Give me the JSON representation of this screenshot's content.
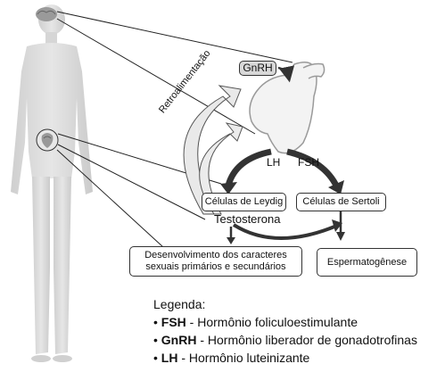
{
  "diagram": {
    "nodes": {
      "gnrh": "GnRH",
      "feedback": "Retroalimentação",
      "lh": "LH",
      "fsh": "FSH",
      "leydig": "Células de Leydig",
      "sertoli": "Células de Sertoli",
      "testosterone": "Testosterona",
      "development_line1": "Desenvolvimento dos caracteres",
      "development_line2": "sexuais primários e secundários",
      "spermatogenesis": "Espermatogênese"
    }
  },
  "legend": {
    "title": "Legenda:",
    "items": [
      {
        "bullet": "•",
        "abbr": "FSH",
        "text": " - Hormônio foliculoestimulante"
      },
      {
        "bullet": "•",
        "abbr": "GnRH",
        "text": " - Hormônio liberador de gonadotrofinas"
      },
      {
        "bullet": "•",
        "abbr": "LH",
        "text": " - Hormônio luteinizante"
      }
    ]
  },
  "colors": {
    "body_fill": "#dcdcdc",
    "pituitary_fill": "#f3f3f3",
    "arrow_dark": "#333333",
    "feedback_arrow": "#e9e9e9"
  }
}
